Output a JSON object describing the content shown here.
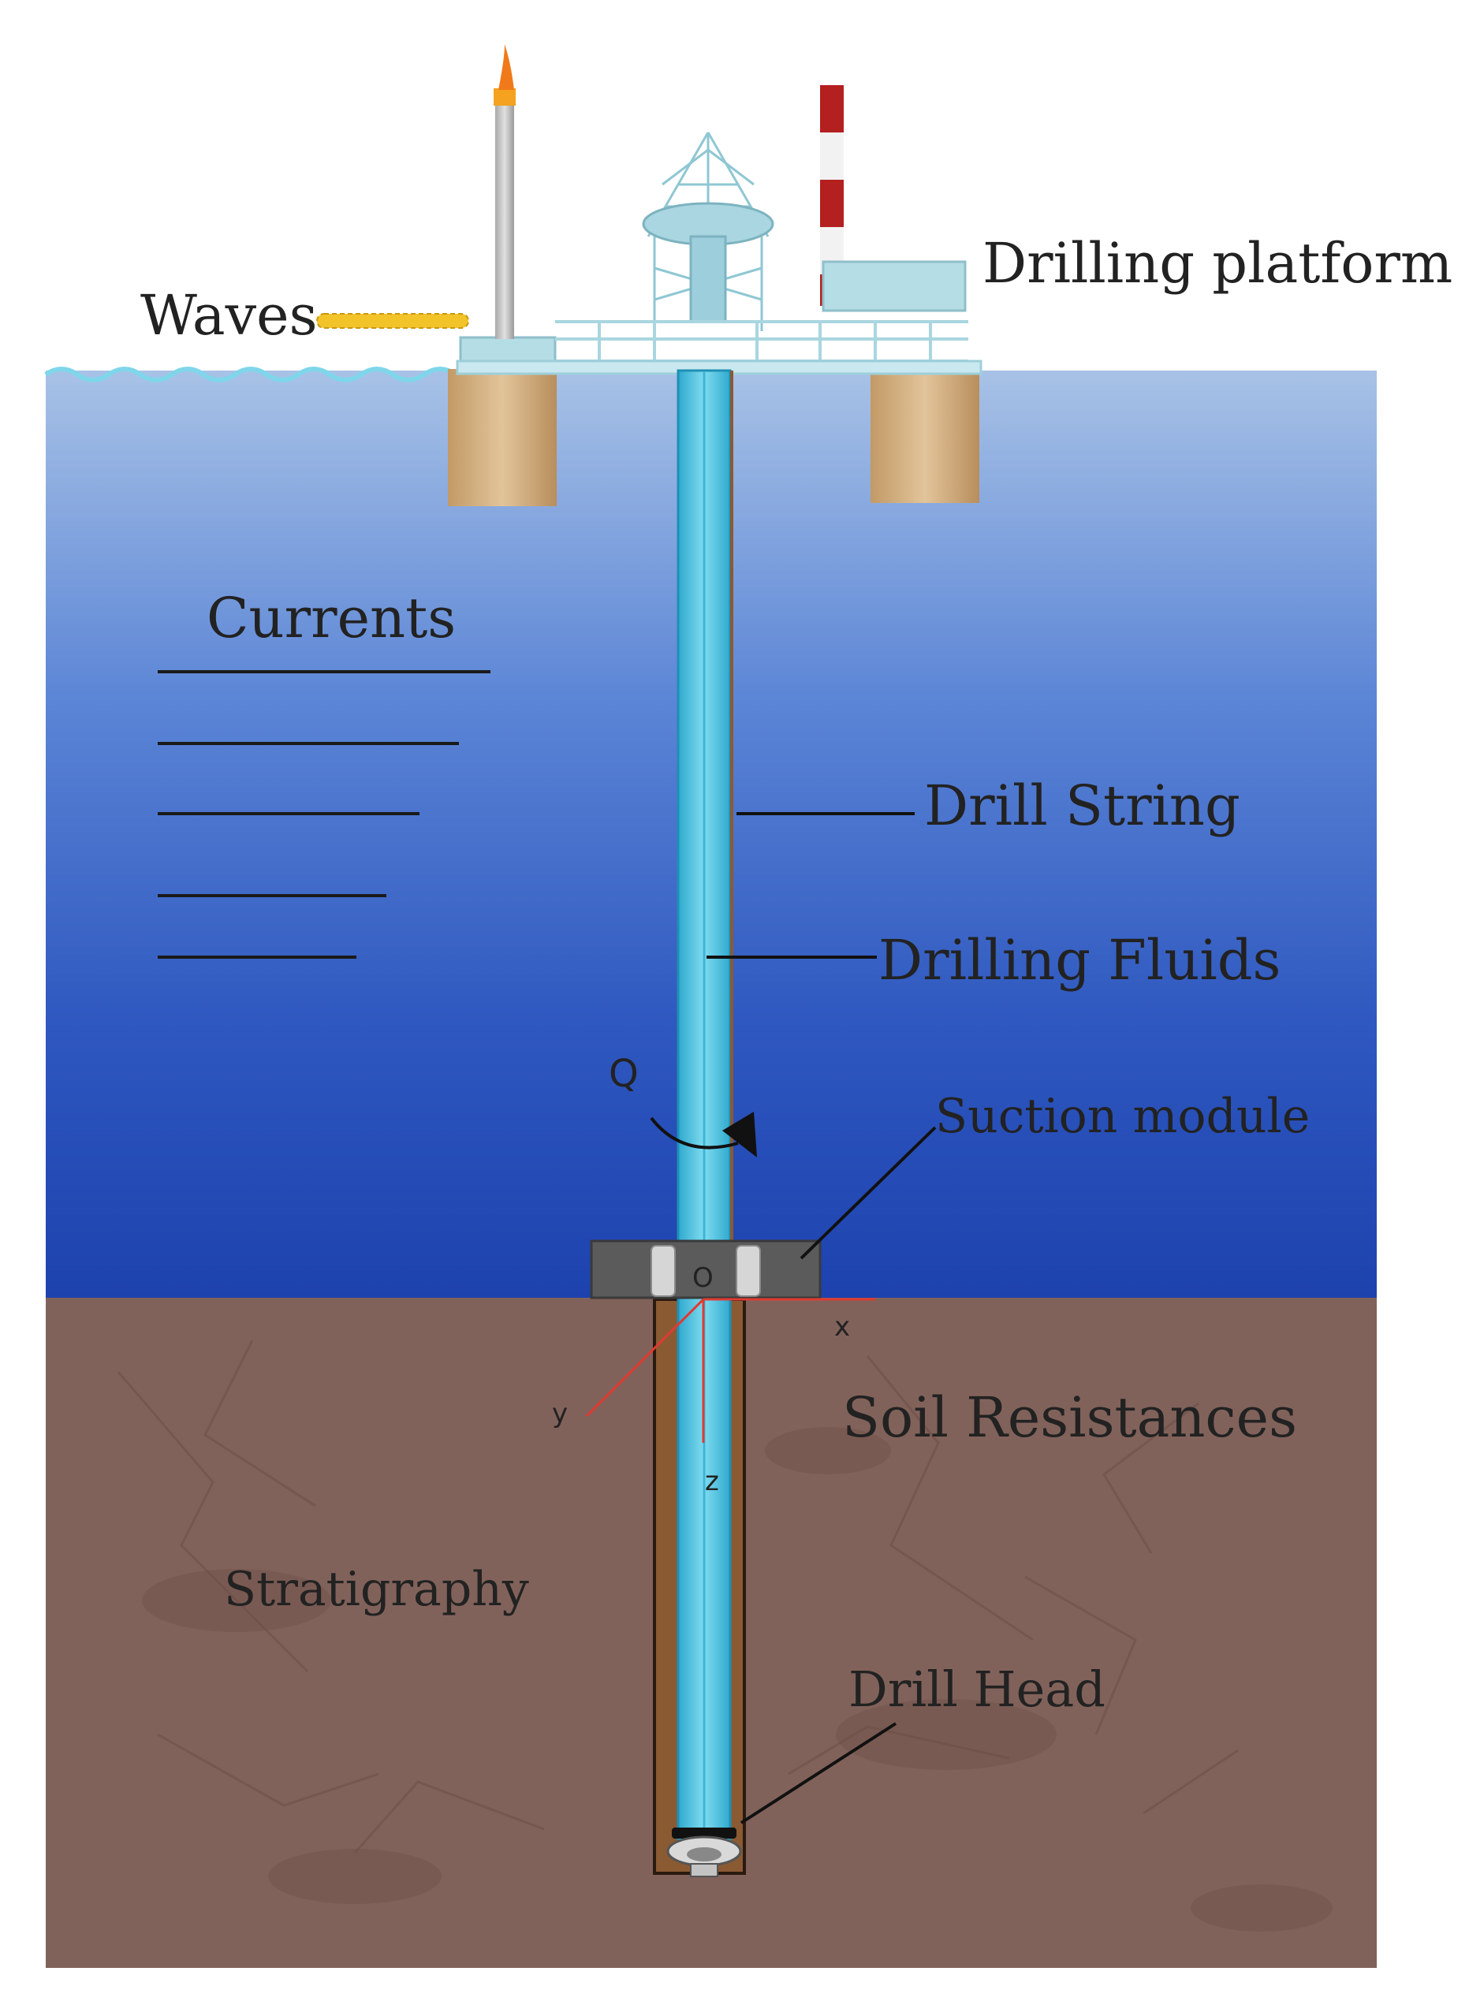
{
  "labels": {
    "drilling_platform": "Drilling platform",
    "waves": "Waves",
    "currents": "Currents",
    "drill_string": "Drill String",
    "drilling_fluids": "Drilling Fluids",
    "suction_module": "Suction module",
    "soil_resistances": "Soil Resistances",
    "stratigraphy": "Stratigraphy",
    "drill_head": "Drill Head",
    "torque": "Q",
    "origin": "O",
    "axis_x": "x",
    "axis_y": "y",
    "axis_z": "z"
  },
  "colors": {
    "sea_top": "#a4bee4",
    "sea_bottom": "#1f44b0",
    "soil": "#81625a",
    "drill_pipe": "#52c6e0",
    "casing": "#8a5a33",
    "axis_line": "#e03a32",
    "chimney_red": "#b41f1f",
    "flare": "#f28a1e",
    "pontoon": "#d0aa7a",
    "deck": "#b5dde6"
  }
}
